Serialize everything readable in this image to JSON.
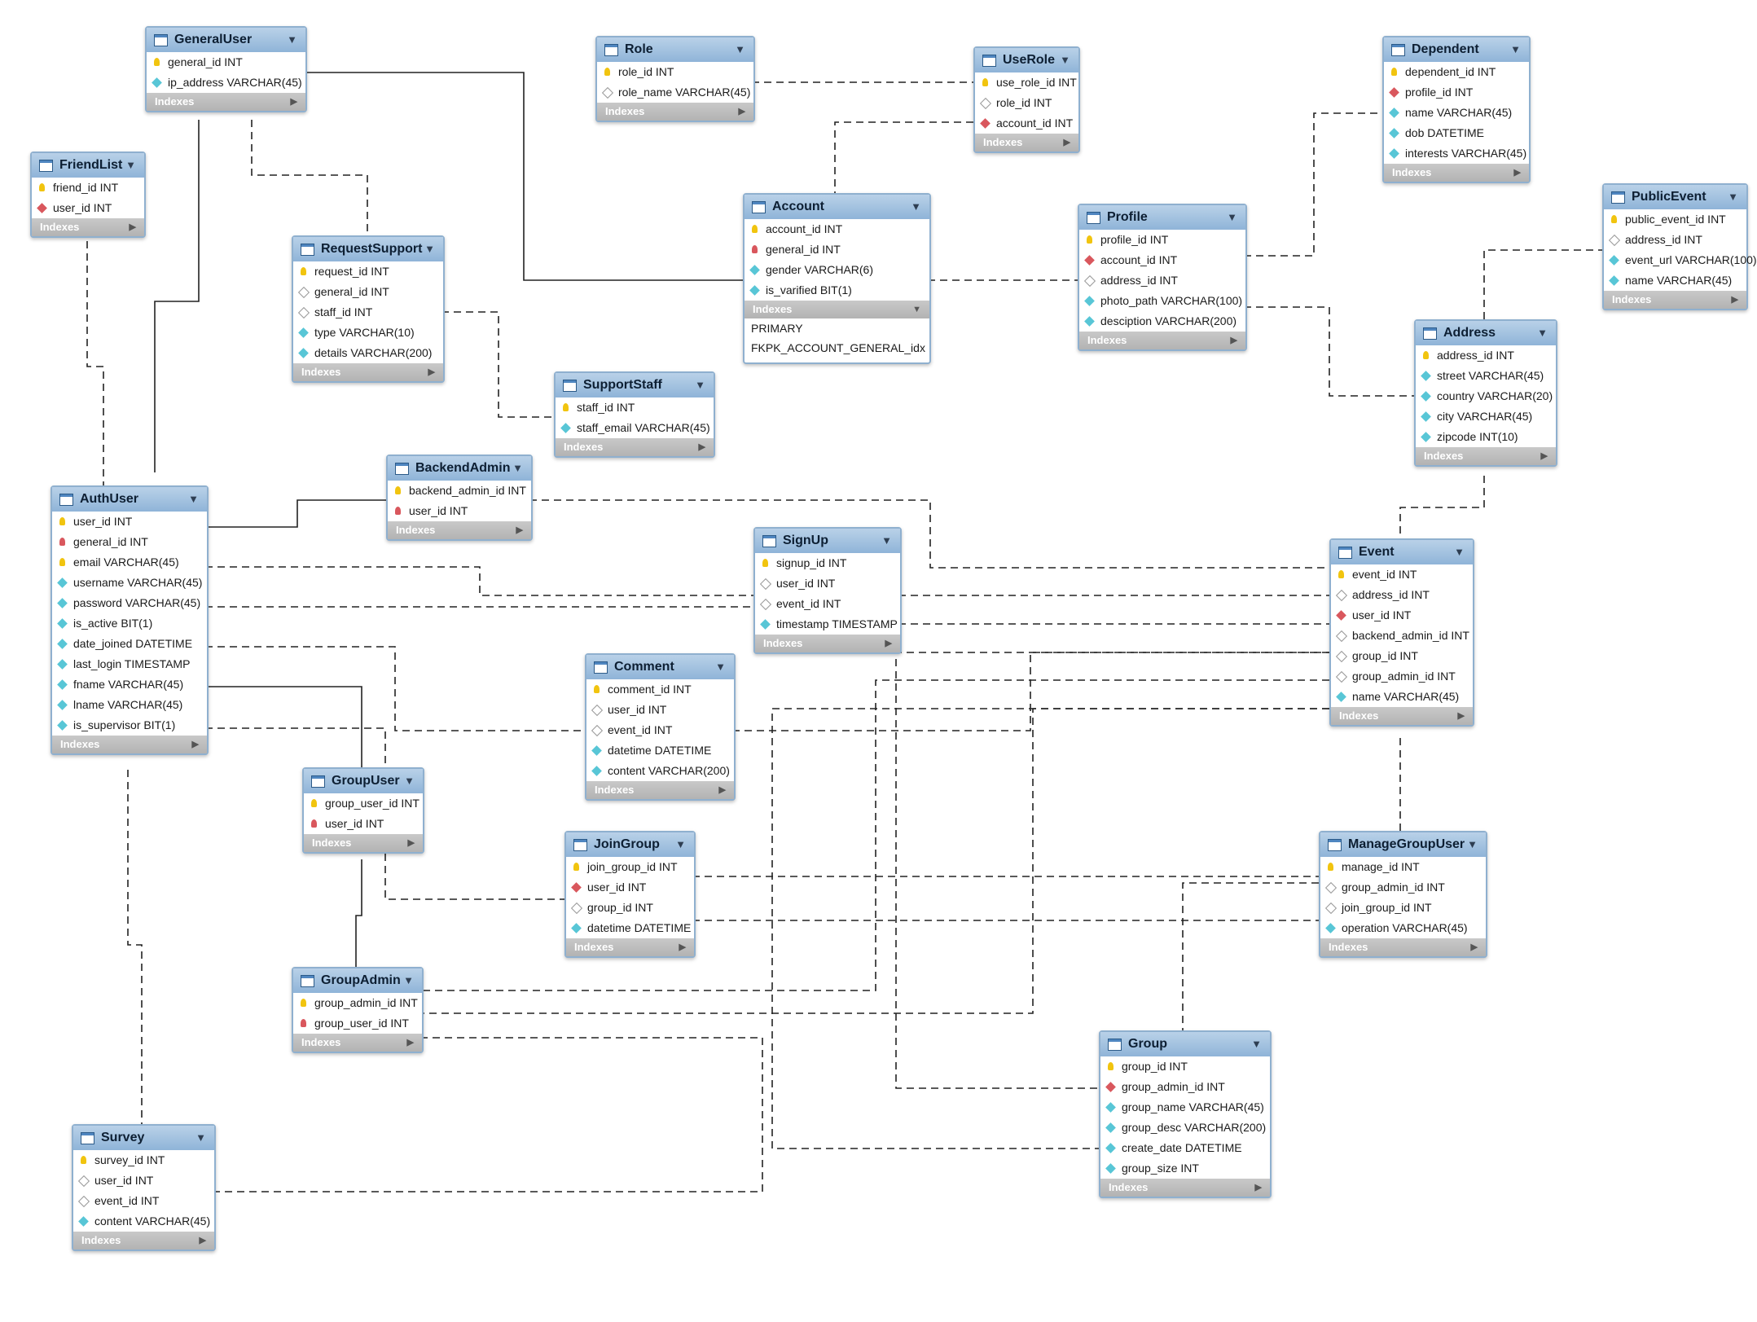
{
  "indexes_label": "Indexes",
  "tables": [
    {
      "id": "generaluser",
      "name": "GeneralUser",
      "columns": [
        {
          "label": "general_id INT",
          "kind": "pk"
        },
        {
          "label": "ip_address VARCHAR(45)",
          "kind": "col"
        }
      ]
    },
    {
      "id": "role",
      "name": "Role",
      "columns": [
        {
          "label": "role_id INT",
          "kind": "pk"
        },
        {
          "label": "role_name VARCHAR(45)",
          "kind": "nn"
        }
      ]
    },
    {
      "id": "userole",
      "name": "UseRole",
      "columns": [
        {
          "label": "use_role_id INT",
          "kind": "pk"
        },
        {
          "label": "role_id INT",
          "kind": "nn"
        },
        {
          "label": "account_id INT",
          "kind": "fkd"
        }
      ]
    },
    {
      "id": "dependent",
      "name": "Dependent",
      "columns": [
        {
          "label": "dependent_id INT",
          "kind": "pk"
        },
        {
          "label": "profile_id INT",
          "kind": "fkd"
        },
        {
          "label": "name VARCHAR(45)",
          "kind": "col"
        },
        {
          "label": "dob DATETIME",
          "kind": "col"
        },
        {
          "label": "interests VARCHAR(45)",
          "kind": "col"
        }
      ]
    },
    {
      "id": "publicevent",
      "name": "PublicEvent",
      "columns": [
        {
          "label": "public_event_id INT",
          "kind": "pk"
        },
        {
          "label": "address_id INT",
          "kind": "nn"
        },
        {
          "label": "event_url VARCHAR(100)",
          "kind": "col"
        },
        {
          "label": "name VARCHAR(45)",
          "kind": "col"
        }
      ]
    },
    {
      "id": "friendlist",
      "name": "FriendList",
      "columns": [
        {
          "label": "friend_id INT",
          "kind": "pk"
        },
        {
          "label": "user_id INT",
          "kind": "fkd"
        }
      ]
    },
    {
      "id": "account",
      "name": "Account",
      "columns": [
        {
          "label": "account_id INT",
          "kind": "pk"
        },
        {
          "label": "general_id INT",
          "kind": "fk"
        },
        {
          "label": "gender VARCHAR(6)",
          "kind": "col"
        },
        {
          "label": "is_varified BIT(1)",
          "kind": "col"
        }
      ],
      "indexes_open": true,
      "index_rows": [
        "PRIMARY",
        "FKPK_ACCOUNT_GENERAL_idx"
      ]
    },
    {
      "id": "profile",
      "name": "Profile",
      "columns": [
        {
          "label": "profile_id INT",
          "kind": "pk"
        },
        {
          "label": "account_id INT",
          "kind": "fkd"
        },
        {
          "label": "address_id INT",
          "kind": "nn"
        },
        {
          "label": "photo_path VARCHAR(100)",
          "kind": "col"
        },
        {
          "label": "desciption VARCHAR(200)",
          "kind": "col"
        }
      ]
    },
    {
      "id": "address",
      "name": "Address",
      "columns": [
        {
          "label": "address_id INT",
          "kind": "pk"
        },
        {
          "label": "street VARCHAR(45)",
          "kind": "col"
        },
        {
          "label": "country VARCHAR(20)",
          "kind": "col"
        },
        {
          "label": "city VARCHAR(45)",
          "kind": "col"
        },
        {
          "label": "zipcode INT(10)",
          "kind": "col"
        }
      ]
    },
    {
      "id": "requestsupport",
      "name": "RequestSupport",
      "columns": [
        {
          "label": "request_id INT",
          "kind": "pk"
        },
        {
          "label": "general_id INT",
          "kind": "nn"
        },
        {
          "label": "staff_id INT",
          "kind": "nn"
        },
        {
          "label": "type VARCHAR(10)",
          "kind": "col"
        },
        {
          "label": "details VARCHAR(200)",
          "kind": "col"
        }
      ]
    },
    {
      "id": "supportstaff",
      "name": "SupportStaff",
      "columns": [
        {
          "label": "staff_id INT",
          "kind": "pk"
        },
        {
          "label": "staff_email VARCHAR(45)",
          "kind": "col"
        }
      ]
    },
    {
      "id": "backendadmin",
      "name": "BackendAdmin",
      "columns": [
        {
          "label": "backend_admin_id INT",
          "kind": "pk"
        },
        {
          "label": "user_id INT",
          "kind": "fk"
        }
      ]
    },
    {
      "id": "authuser",
      "name": "AuthUser",
      "columns": [
        {
          "label": "user_id INT",
          "kind": "pk"
        },
        {
          "label": "general_id INT",
          "kind": "fk"
        },
        {
          "label": "email VARCHAR(45)",
          "kind": "pk"
        },
        {
          "label": "username VARCHAR(45)",
          "kind": "col"
        },
        {
          "label": "password VARCHAR(45)",
          "kind": "col"
        },
        {
          "label": "is_active BIT(1)",
          "kind": "col"
        },
        {
          "label": "date_joined DATETIME",
          "kind": "col"
        },
        {
          "label": "last_login TIMESTAMP",
          "kind": "col"
        },
        {
          "label": "fname VARCHAR(45)",
          "kind": "col"
        },
        {
          "label": "lname VARCHAR(45)",
          "kind": "col"
        },
        {
          "label": "is_supervisor BIT(1)",
          "kind": "col"
        }
      ]
    },
    {
      "id": "signup",
      "name": "SignUp",
      "columns": [
        {
          "label": "signup_id INT",
          "kind": "pk"
        },
        {
          "label": "user_id INT",
          "kind": "nn"
        },
        {
          "label": "event_id INT",
          "kind": "nn"
        },
        {
          "label": "timestamp TIMESTAMP",
          "kind": "col"
        }
      ]
    },
    {
      "id": "event",
      "name": "Event",
      "columns": [
        {
          "label": "event_id INT",
          "kind": "pk"
        },
        {
          "label": "address_id INT",
          "kind": "nn"
        },
        {
          "label": "user_id INT",
          "kind": "fkd"
        },
        {
          "label": "backend_admin_id INT",
          "kind": "nn"
        },
        {
          "label": "group_id INT",
          "kind": "nn"
        },
        {
          "label": "group_admin_id INT",
          "kind": "nn"
        },
        {
          "label": "name VARCHAR(45)",
          "kind": "col"
        }
      ]
    },
    {
      "id": "comment",
      "name": "Comment",
      "columns": [
        {
          "label": "comment_id INT",
          "kind": "pk"
        },
        {
          "label": "user_id INT",
          "kind": "nn"
        },
        {
          "label": "event_id INT",
          "kind": "nn"
        },
        {
          "label": "datetime DATETIME",
          "kind": "col"
        },
        {
          "label": "content VARCHAR(200)",
          "kind": "col"
        }
      ]
    },
    {
      "id": "groupuser",
      "name": "GroupUser",
      "columns": [
        {
          "label": "group_user_id INT",
          "kind": "pk"
        },
        {
          "label": "user_id INT",
          "kind": "fk"
        }
      ]
    },
    {
      "id": "joingroup",
      "name": "JoinGroup",
      "columns": [
        {
          "label": "join_group_id INT",
          "kind": "pk"
        },
        {
          "label": "user_id INT",
          "kind": "fkd"
        },
        {
          "label": "group_id INT",
          "kind": "nn"
        },
        {
          "label": "datetime DATETIME",
          "kind": "col"
        }
      ]
    },
    {
      "id": "managegroupuser",
      "name": "ManageGroupUser",
      "columns": [
        {
          "label": "manage_id INT",
          "kind": "pk"
        },
        {
          "label": "group_admin_id INT",
          "kind": "nn"
        },
        {
          "label": "join_group_id INT",
          "kind": "nn"
        },
        {
          "label": "operation VARCHAR(45)",
          "kind": "col"
        }
      ]
    },
    {
      "id": "groupadmin",
      "name": "GroupAdmin",
      "columns": [
        {
          "label": "group_admin_id INT",
          "kind": "pk"
        },
        {
          "label": "group_user_id INT",
          "kind": "fk"
        }
      ]
    },
    {
      "id": "group",
      "name": "Group",
      "columns": [
        {
          "label": "group_id INT",
          "kind": "pk"
        },
        {
          "label": "group_admin_id INT",
          "kind": "fkd"
        },
        {
          "label": "group_name VARCHAR(45)",
          "kind": "col"
        },
        {
          "label": "group_desc VARCHAR(200)",
          "kind": "col"
        },
        {
          "label": "create_date DATETIME",
          "kind": "col"
        },
        {
          "label": "group_size INT",
          "kind": "col"
        }
      ]
    },
    {
      "id": "survey",
      "name": "Survey",
      "columns": [
        {
          "label": "survey_id INT",
          "kind": "pk"
        },
        {
          "label": "user_id INT",
          "kind": "nn"
        },
        {
          "label": "event_id INT",
          "kind": "nn"
        },
        {
          "label": "content VARCHAR(45)",
          "kind": "col"
        }
      ]
    }
  ]
}
